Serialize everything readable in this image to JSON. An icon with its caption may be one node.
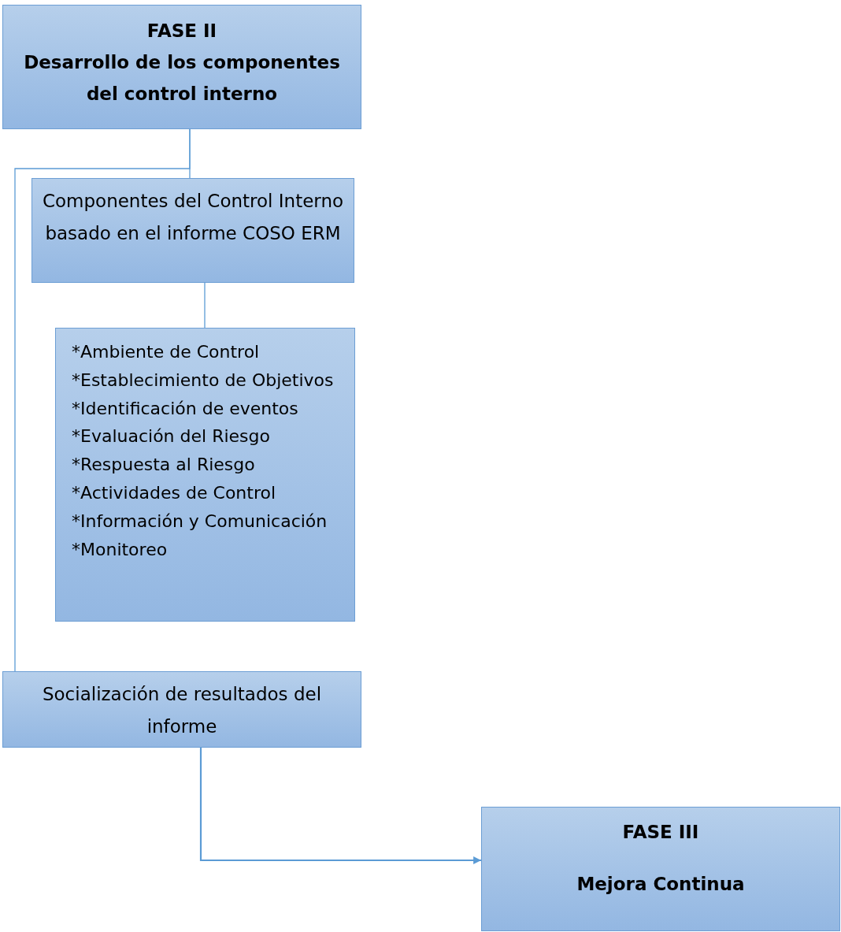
{
  "diagram": {
    "nodes": [
      {
        "text": [
          "FASE II",
          "Desarrollo de los componentes del control interno"
        ]
      },
      {
        "text": [
          "Componentes del Control Interno basado en el informe COSO ERM"
        ]
      },
      {
        "text": [
          "*Ambiente de Control",
          "*Establecimiento de Objetivos",
          "*Identificación de eventos",
          "*Evaluación del Riesgo",
          "*Respuesta al Riesgo",
          "*Actividades de Control",
          "*Información y Comunicación",
          "*Monitoreo"
        ]
      },
      {
        "text": [
          "Socialización de resultados del informe"
        ]
      },
      {
        "text": [
          "FASE III",
          "Mejora Continua"
        ]
      }
    ],
    "edges": [
      {
        "from": 0,
        "to": 1,
        "arrow": "none"
      },
      {
        "from": 0,
        "to": 3,
        "arrow": "none"
      },
      {
        "from": 1,
        "to": 2,
        "arrow": "none"
      },
      {
        "from": 3,
        "to": 4,
        "arrow": "to"
      }
    ]
  }
}
